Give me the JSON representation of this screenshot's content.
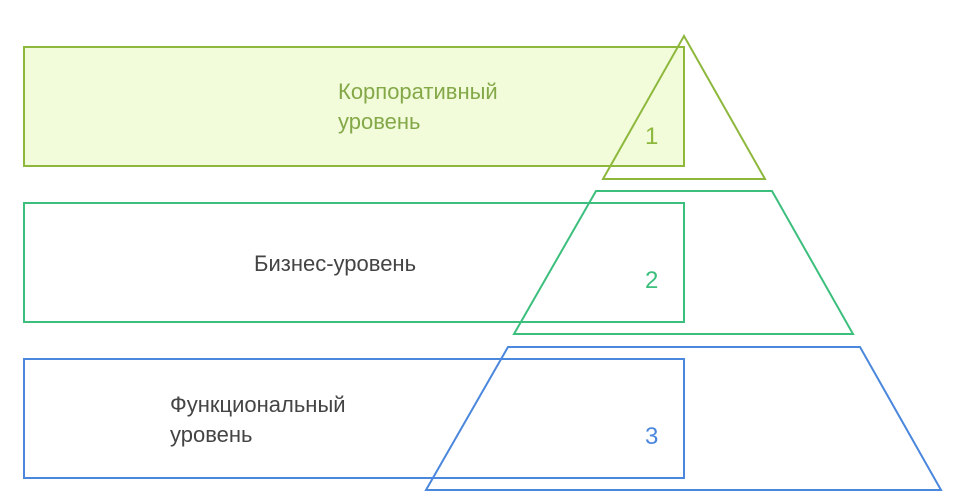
{
  "diagram": {
    "type": "pyramid",
    "levels": [
      {
        "number": "1",
        "label_line1": "Корпоративный",
        "label_line2": "уровень",
        "color": "#8db83c",
        "fill": "#f2fcdb",
        "text_color": "#84a848"
      },
      {
        "number": "2",
        "label_line1": "Бизнес-уровень",
        "label_line2": "",
        "color": "#3cbf7d",
        "fill": "#ffffff",
        "text_color": "#444444"
      },
      {
        "number": "3",
        "label_line1": "Функциональный",
        "label_line2": "уровень",
        "color": "#4a87dd",
        "fill": "#ffffff",
        "text_color": "#444444"
      }
    ]
  }
}
